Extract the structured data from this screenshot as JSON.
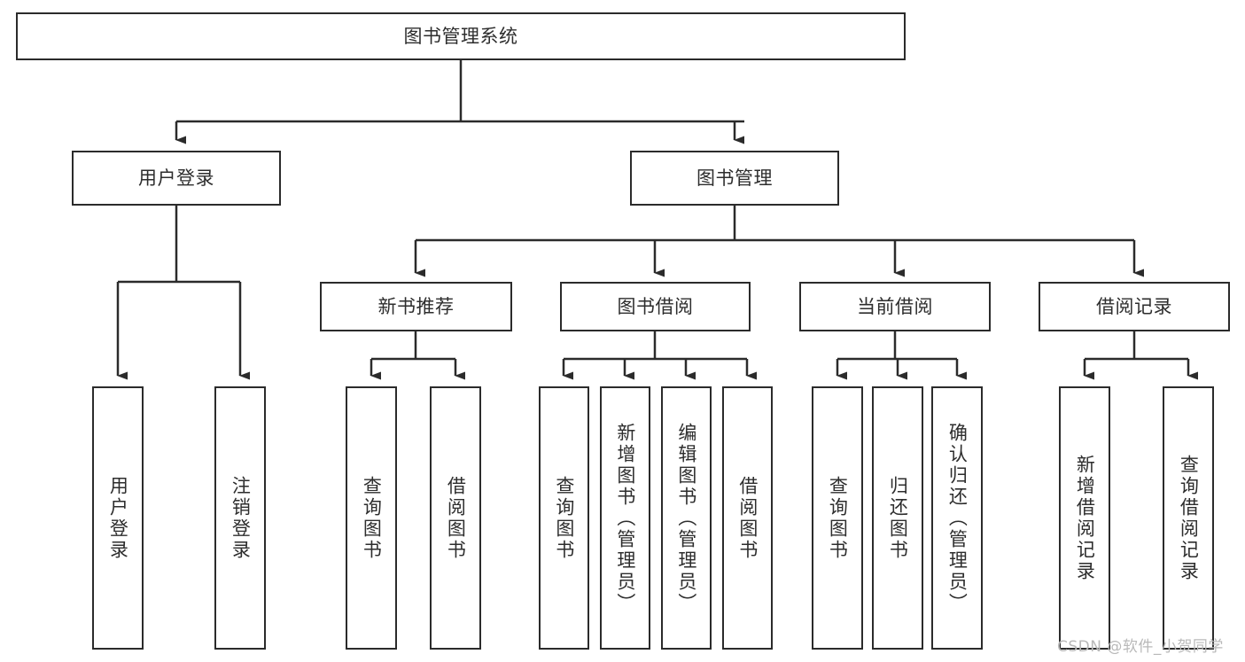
{
  "diagram": {
    "title": "图书管理系统",
    "type": "tree-hierarchy-diagram",
    "colors": {
      "stroke": "#2b2b2b",
      "fill": "#ffffff",
      "text": "#2d2d2d",
      "watermark": "#b9b9b9"
    },
    "root": {
      "label": "图书管理系统"
    },
    "level2": [
      {
        "label": "用户登录"
      },
      {
        "label": "图书管理"
      }
    ],
    "level3": [
      {
        "label": "新书推荐"
      },
      {
        "label": "图书借阅"
      },
      {
        "label": "当前借阅"
      },
      {
        "label": "借阅记录"
      }
    ],
    "leaves": {
      "user_login": [
        {
          "label": "用户登录"
        },
        {
          "label": "注销登录"
        }
      ],
      "new_book_recommend": [
        {
          "label": "查询图书"
        },
        {
          "label": "借阅图书"
        }
      ],
      "book_borrow": [
        {
          "label": "查询图书"
        },
        {
          "label": "新增图书（管理员）"
        },
        {
          "label": "编辑图书（管理员）"
        },
        {
          "label": "借阅图书"
        }
      ],
      "current_borrow": [
        {
          "label": "查询图书"
        },
        {
          "label": "归还图书"
        },
        {
          "label": "确认归还（管理员）"
        }
      ],
      "borrow_record": [
        {
          "label": "新增借阅记录"
        },
        {
          "label": "查询借阅记录"
        }
      ]
    },
    "watermark": "CSDN @软件_小贺同学"
  }
}
